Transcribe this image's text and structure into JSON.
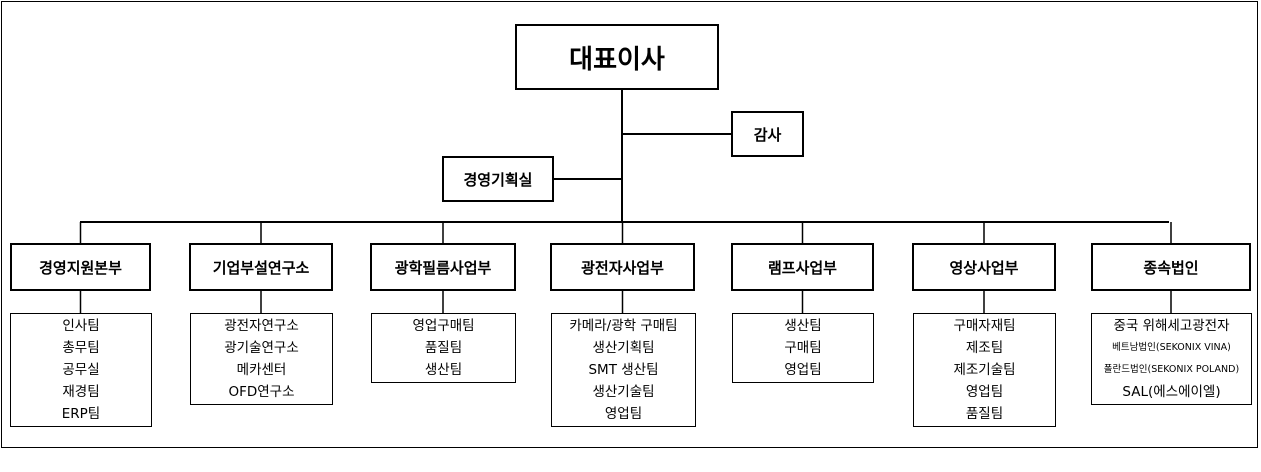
{
  "org": {
    "ceo": "대표이사",
    "audit": "감사",
    "planning": "경영기획실"
  },
  "divisions": [
    {
      "label": "경영지원본부",
      "items": [
        "인사팀",
        "총무팀",
        "공무실",
        "재경팀",
        "ERP팀"
      ]
    },
    {
      "label": "기업부설연구소",
      "items": [
        "광전자연구소",
        "광기술연구소",
        "메카센터",
        "OFD연구소"
      ]
    },
    {
      "label": "광학필름사업부",
      "items": [
        "영업구매팀",
        "품질팀",
        "생산팀"
      ]
    },
    {
      "label": "광전자사업부",
      "items": [
        "카메라/광학 구매팀",
        "생산기획팀",
        "SMT 생산팀",
        "생산기술팀",
        "영업팀"
      ]
    },
    {
      "label": "램프사업부",
      "items": [
        "생산팀",
        "구매팀",
        "영업팀"
      ]
    },
    {
      "label": "영상사업부",
      "items": [
        "구매자재팀",
        "제조팀",
        "제조기술팀",
        "영업팀",
        "품질팀"
      ]
    },
    {
      "label": "종속법인",
      "items": [
        "중국 위해세고광전자",
        "베트남법인(SEKONIX VINA)",
        "폴란드법인(SEKONIX POLAND)",
        "SAL(에스에이엘)"
      ]
    }
  ]
}
